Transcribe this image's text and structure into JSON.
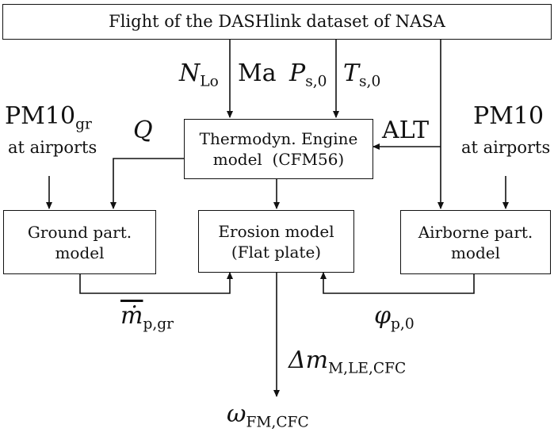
{
  "nodes": {
    "source": {
      "text": "Flight of the DASHlink dataset of NASA"
    },
    "engine": {
      "line1": "Thermodyn. Engine",
      "line2": "model  (CFM56)"
    },
    "ground": {
      "line1": "Ground part.",
      "line2": "model"
    },
    "erosion": {
      "line1": "Erosion model",
      "line2": "(Flat plate)"
    },
    "airborne": {
      "line1": "Airborne part.",
      "line2": "model"
    }
  },
  "inputs": {
    "pm10_gr": {
      "main": "PM10",
      "sub": "gr",
      "note": "at airports"
    },
    "pm10": {
      "main": "PM10",
      "note": "at airports"
    }
  },
  "labels": {
    "n_lo": {
      "main": "N",
      "sub": "Lo"
    },
    "ma": {
      "main": "Ma"
    },
    "p_s0": {
      "main": "P",
      "sub": "s,0"
    },
    "t_s0": {
      "main": "T",
      "sub": "s,0"
    },
    "q": {
      "main": "Q"
    },
    "alt": {
      "main": "ALT"
    },
    "m_p_gr": {
      "main": "ṁ",
      "sub": "p,gr"
    },
    "phi_p0": {
      "main": "φ",
      "sub": "p,0"
    },
    "delta_m": {
      "main": "Δm",
      "sub": "M,LE,CFC"
    },
    "omega": {
      "main": "ω",
      "sub": "FM,CFC"
    }
  }
}
